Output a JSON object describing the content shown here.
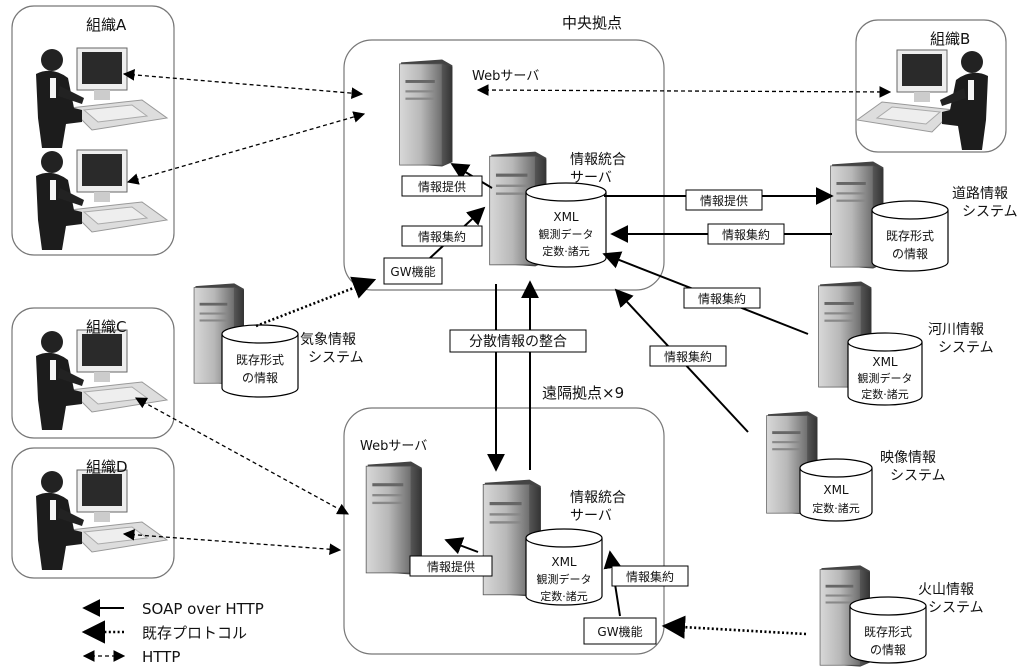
{
  "central": {
    "title": "中央拠点",
    "web_server": "Webサーバ",
    "integ_server_l1": "情報統合",
    "integ_server_l2": "サーバ",
    "gw": "GW機能",
    "provide": "情報提供",
    "aggregate": "情報集約",
    "db_l1": "XML",
    "db_l2": "観測データ",
    "db_l3": "定数·諸元"
  },
  "remote": {
    "title": "遠隔拠点×9",
    "web_server": "Webサーバ",
    "integ_server_l1": "情報統合",
    "integ_server_l2": "サーバ",
    "gw": "GW機能",
    "provide": "情報提供",
    "aggregate": "情報集約",
    "db_l1": "XML",
    "db_l2": "観測データ",
    "db_l3": "定数·諸元"
  },
  "sync_label": "分散情報の整合",
  "orgs": {
    "a": "組織A",
    "b": "組織B",
    "c": "組織C",
    "d": "組織D"
  },
  "systems": {
    "road": {
      "l1": "道路情報",
      "l2": "システム",
      "db_l1": "既存形式",
      "db_l2": "の情報",
      "provide": "情報提供",
      "aggregate": "情報集約"
    },
    "weather": {
      "l1": "気象情報",
      "l2": "システム",
      "db_l1": "既存形式",
      "db_l2": "の情報"
    },
    "river": {
      "l1": "河川情報",
      "l2": "システム",
      "db_l1": "XML",
      "db_l2": "観測データ",
      "db_l3": "定数·諸元",
      "aggregate": "情報集約"
    },
    "video": {
      "l1": "映像情報",
      "l2": "システム",
      "db_l1": "XML",
      "db_l2": "定数·諸元",
      "aggregate": "情報集約"
    },
    "volcano": {
      "l1": "火山情報",
      "l2": "システム",
      "db_l1": "既存形式",
      "db_l2": "の情報"
    }
  },
  "legend": {
    "soap": "SOAP over HTTP",
    "legacy": "既存プロトコル",
    "http": "HTTP"
  }
}
